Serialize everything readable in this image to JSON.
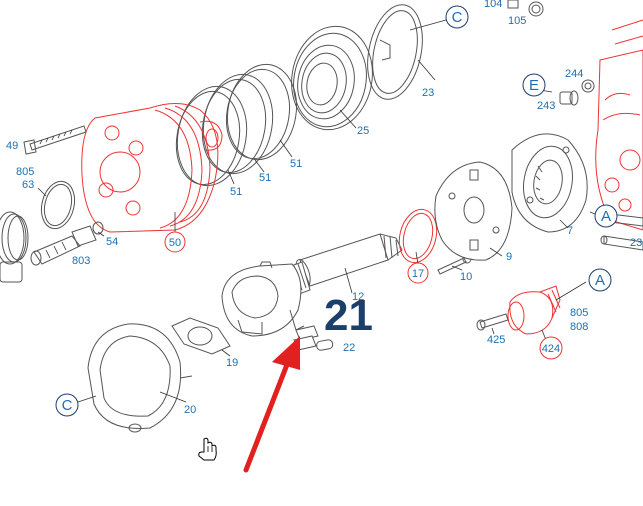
{
  "highlight_label": "21",
  "hotspots": [
    "104",
    "105",
    "C",
    "23",
    "25",
    "51",
    "51",
    "51",
    "49",
    "805",
    "63",
    "54",
    "50",
    "803",
    "E",
    "244",
    "243",
    "A",
    "7",
    "23",
    "12",
    "17",
    "10",
    "9",
    "19",
    "22",
    "C",
    "20",
    "A",
    "805",
    "808",
    "425",
    "424"
  ],
  "colors": {
    "label": "#1c6fb3",
    "highlight": "#1b3f6b",
    "red_part": "#e33333",
    "arrow": "#e32020",
    "line": "#555555"
  },
  "icons": [
    "hand-cursor-icon"
  ]
}
